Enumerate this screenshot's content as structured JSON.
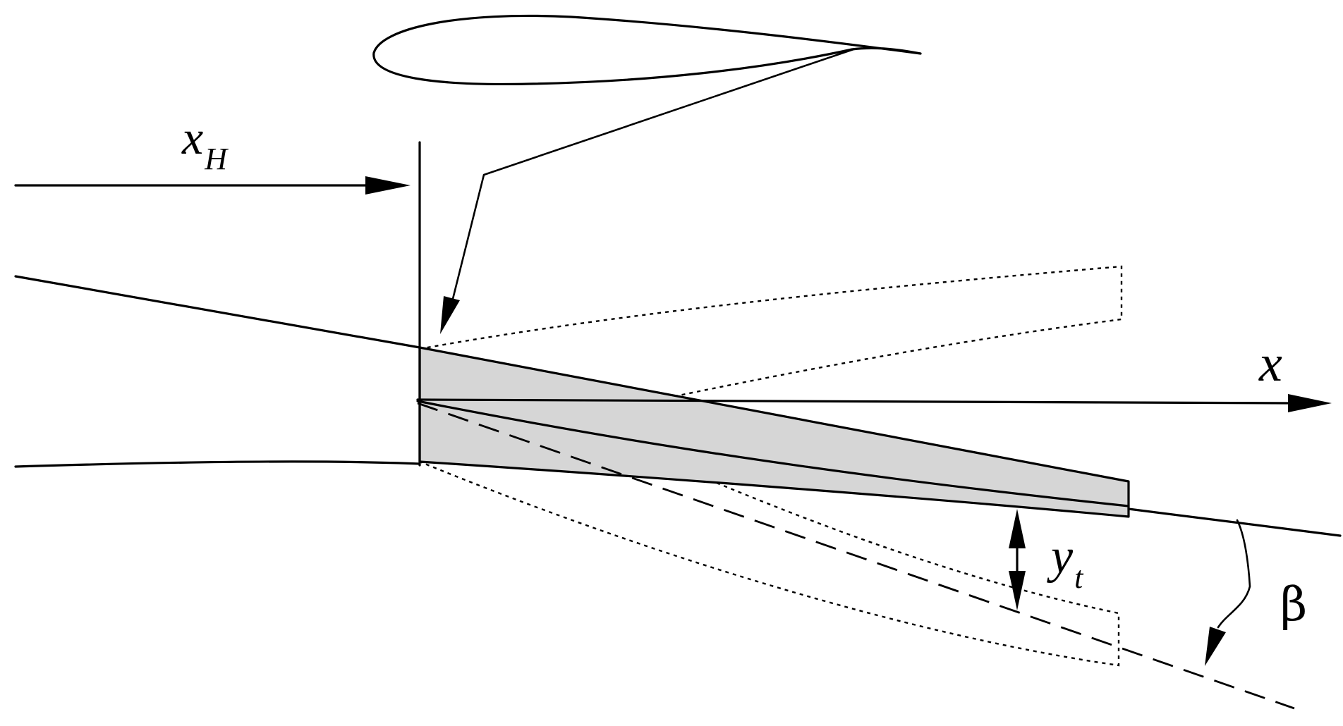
{
  "labels": {
    "x_h": "x",
    "x_h_sub": "H",
    "x_axis": "x",
    "y_t": "y",
    "y_t_sub": "t",
    "beta": "β"
  },
  "colors": {
    "ink": "#000000",
    "blade_fill": "#d6d6d6",
    "background": "#ffffff"
  }
}
